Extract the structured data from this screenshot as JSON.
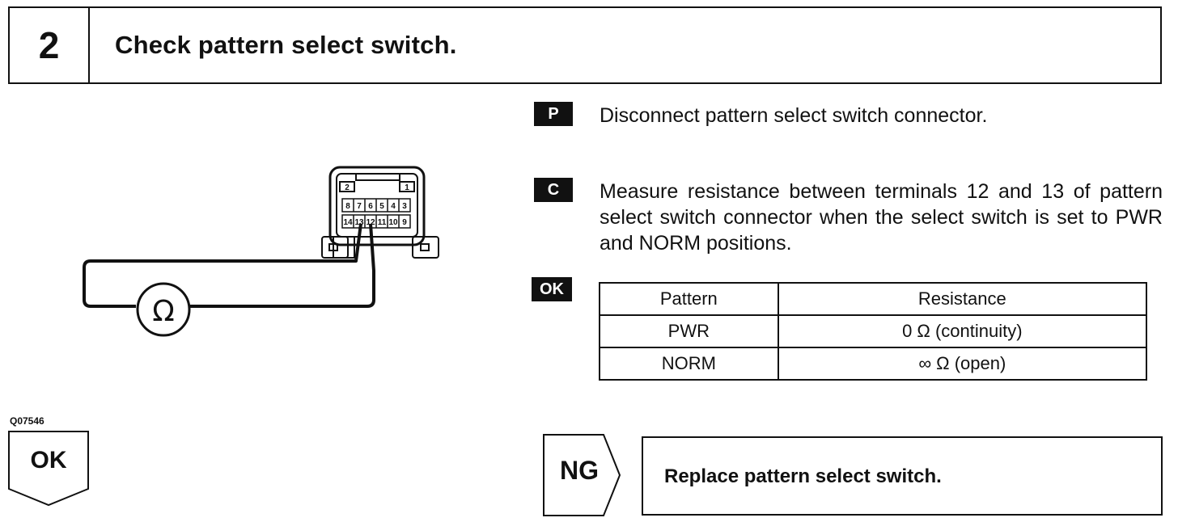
{
  "step": {
    "number": "2",
    "title": "Check pattern select switch."
  },
  "figure": {
    "code": "Q07546",
    "meter_symbol": "Ω",
    "connector_terminals_top": [
      "2",
      "1"
    ],
    "connector_terminals_row1": [
      "8",
      "7",
      "6",
      "5",
      "4",
      "3"
    ],
    "connector_terminals_row2": [
      "14",
      "13",
      "12",
      "11",
      "10",
      "9"
    ]
  },
  "badges": {
    "prepare": "P",
    "check": "C",
    "ok": "OK"
  },
  "instructions": {
    "prepare": "Disconnect pattern select switch connector.",
    "check": "Measure resistance between terminals 12 and 13 of pattern select switch connector when the select switch is set to PWR and NORM positions."
  },
  "spec_table": {
    "headers": [
      "Pattern",
      "Resistance"
    ],
    "rows": [
      [
        "PWR",
        "0 Ω (continuity)"
      ],
      [
        "NORM",
        "∞ Ω (open)"
      ]
    ]
  },
  "result": {
    "ok_label": "OK",
    "ng_label": "NG",
    "ng_action": "Replace pattern select switch."
  }
}
